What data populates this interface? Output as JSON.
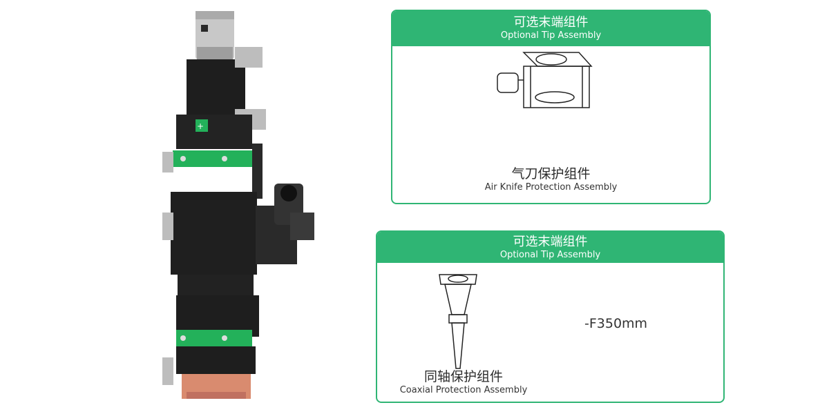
{
  "product": {
    "logo_alt": "logo",
    "brand_colors": {
      "body": "#1f1f1f",
      "stripe": "#23b15a",
      "tip": "#d98b6f"
    }
  },
  "cards": [
    {
      "title_zh": "可选末端组件",
      "title_en": "Optional Tip Assembly",
      "caption_zh": "气刀保护组件",
      "caption_en": "Air Knife Protection Assembly"
    },
    {
      "title_zh": "可选末端组件",
      "title_en": "Optional Tip Assembly",
      "caption_zh": "同轴保护组件",
      "caption_en": "Coaxial Protection Assembly",
      "spec": "-F350mm"
    }
  ],
  "colors": {
    "accent": "#2fb574",
    "text": "#333333"
  },
  "icons": [
    "air-knife-drawing",
    "coaxial-nozzle-drawing",
    "laser-head-photo"
  ]
}
